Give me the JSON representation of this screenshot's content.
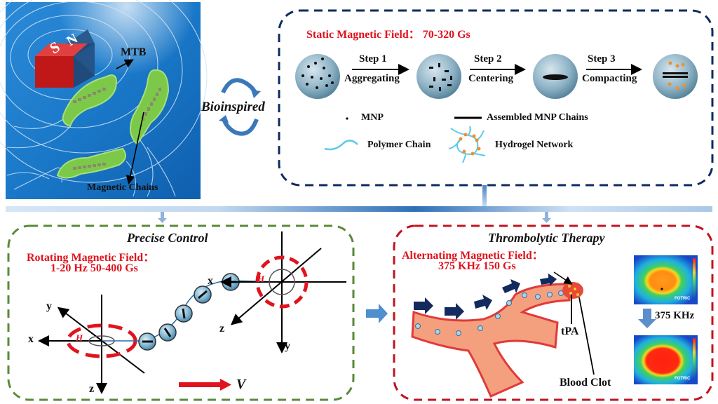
{
  "panel_mtb": {
    "magnet_s": "S",
    "magnet_n": "N",
    "label_mtb": "MTB",
    "label_chains": "Magnetic Chains"
  },
  "bioinspired": {
    "label": "Bioinspired"
  },
  "panel_static": {
    "title": "Static Magnetic Field： 70-320 Gs",
    "steps": [
      {
        "name": "Step 1",
        "action": "Aggregating"
      },
      {
        "name": "Step 2",
        "action": "Centering"
      },
      {
        "name": "Step 3",
        "action": "Compacting"
      }
    ],
    "legend": [
      {
        "label": "MNP",
        "icon": "dot-icon"
      },
      {
        "label": "Assembled MNP Chains",
        "icon": "line-icon"
      },
      {
        "label": "Polymer Chain",
        "icon": "wave-icon"
      },
      {
        "label": "Hydrogel Network",
        "icon": "network-icon"
      }
    ]
  },
  "panel_control": {
    "title": "Precise Control",
    "field_line1": "Rotating Magnetic Field：",
    "field_line2": "1-20 Hz 50-400 Gs",
    "axes_left": {
      "x": "x",
      "y": "y",
      "z": "z",
      "h": "H"
    },
    "axes_right": {
      "x": "x",
      "y": "y",
      "z": "z",
      "h": "H"
    },
    "velocity": "V"
  },
  "panel_therapy": {
    "title": "Thrombolytic Therapy",
    "field_line1": "Alternating Magnetic Field：",
    "field_line2": "375 KHz 150 Gs",
    "label_tpa": "tPA",
    "label_clot": "Blood Clot",
    "thermal_label": "375 KHz",
    "thermal_brand": "FOTRIC"
  },
  "colors": {
    "static_border": "#0f2a5e",
    "control_border": "#5a8a3a",
    "therapy_border": "#c0141e",
    "accent_red": "#e0141e",
    "ocean_blue": "#1a78c8"
  }
}
